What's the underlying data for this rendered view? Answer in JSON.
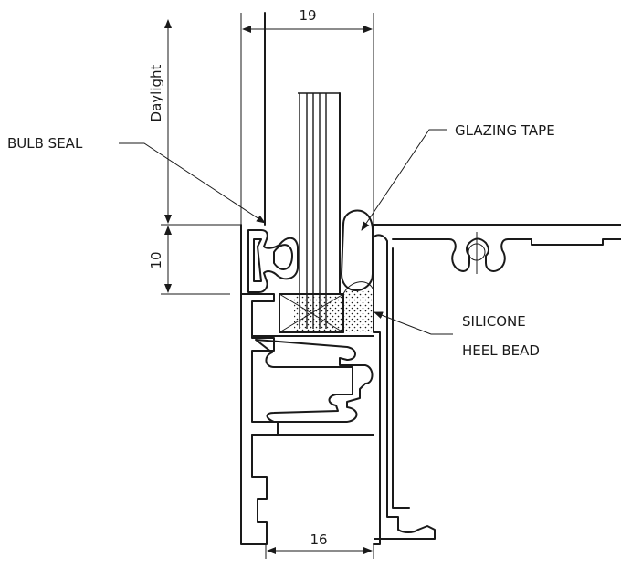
{
  "dimensions": {
    "glass_width": "19",
    "pocket_width": "16",
    "bite_depth": "10",
    "daylight": "Daylight"
  },
  "labels": {
    "bulb_seal": "BULB SEAL",
    "glazing_tape": "GLAZING TAPE",
    "silicone": "SILICONE",
    "heel_bead": "HEEL BEAD"
  }
}
